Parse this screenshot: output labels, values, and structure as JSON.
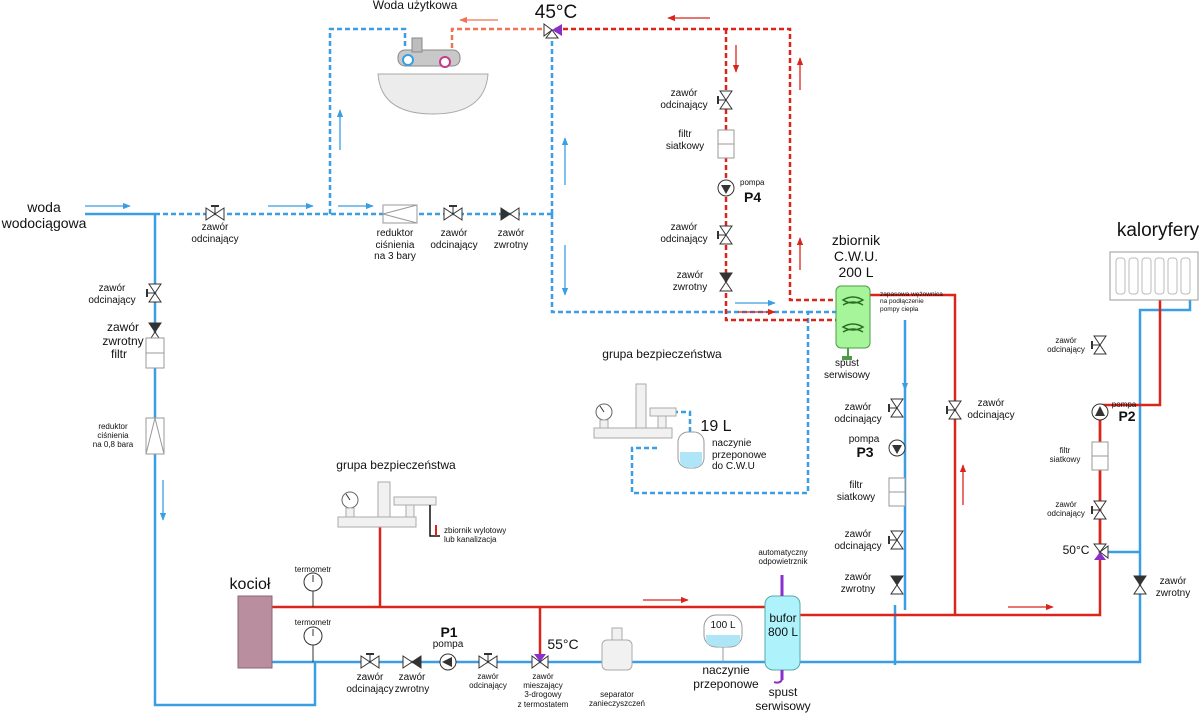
{
  "labels": {
    "woda_uzytkowa": "Woda użytkowa",
    "temp_45": "45°C",
    "woda_wodociagowa": "woda\nwodociągowa",
    "zawor_odcinajacy": "zawór\nodcinający",
    "zawor_zwrotny": "zawór\nzwrotny",
    "reduktor_3": "reduktor\nciśnienia\nna 3 bary",
    "filtr": "filtr",
    "reduktor_08": "reduktor\nciśnienia\nna 0,8 bara",
    "filtr_siatkowy": "filtr\nsiatkowy",
    "pompa": "pompa",
    "p4": "P4",
    "p3": "P3",
    "p2": "P2",
    "p1": "P1",
    "zbiornik_cwu": "zbiornik\nC.W.U.\n200 L",
    "wezownica": "zapasowa wężownica\nna podłączenie\npompy ciepła",
    "spust_serwisowy": "spust\nserwisowy",
    "grupa_bezpieczenstwa": "grupa bezpieczeństwa",
    "naczynie_19_vol": "19 L",
    "naczynie_19_desc": "naczynie\nprzeponowe\ndo C.W.U",
    "zbiornik_wylotowy": "zbiornik wylotowy\nlub kanalizacja",
    "termometr": "termometr",
    "kociol": "kocioł",
    "temp_55": "55°C",
    "zawor_mieszajacy": "zawór\nmieszający\n3-drogowy\nz termostatem",
    "separator": "separator\nzanieczyszczeń",
    "naczynie_100_vol": "100 L",
    "naczynie_przeponowe": "naczynie\nprzeponowe",
    "automatyczny": "automatyczny\nodpowietrznik",
    "bufor": "bufor\n800 L",
    "kaloryfery": "kaloryfery",
    "temp_50": "50°C"
  },
  "colors": {
    "cold": "#3a9ee4",
    "hot": "#d9251b",
    "warm_faucet": "#f07355",
    "valve_fill": "#ffffff",
    "pump_fill": "#333333",
    "mixer": "#8a2fc9",
    "tank_green": "#a6f59a",
    "buffer_cyan": "#aef3fb",
    "boiler": "#b98f9f",
    "vessel_water": "#aee6f7"
  }
}
